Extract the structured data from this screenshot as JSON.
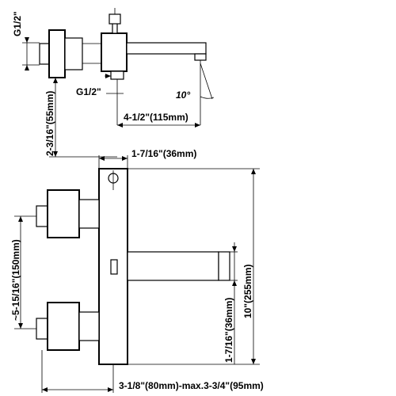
{
  "top_view": {
    "thread_vertical_label": "G1/2\"",
    "thread_horizontal_label": "G1/2\"",
    "depth_label": "2-3/16\"(55mm)",
    "spout_length_label": "4-1/2\"(115mm)",
    "angle_label": "10°"
  },
  "front_view": {
    "body_width_label": "1-7/16\"(36mm)",
    "inlet_spacing_label": "~5-15/16\"(150mm)",
    "height_label": "10\"(255mm)",
    "spout_height_label": "1-7/16\"(36mm)",
    "centers_label": "3-1/8\"(80mm)-max.3-3/4\"(95mm)"
  }
}
